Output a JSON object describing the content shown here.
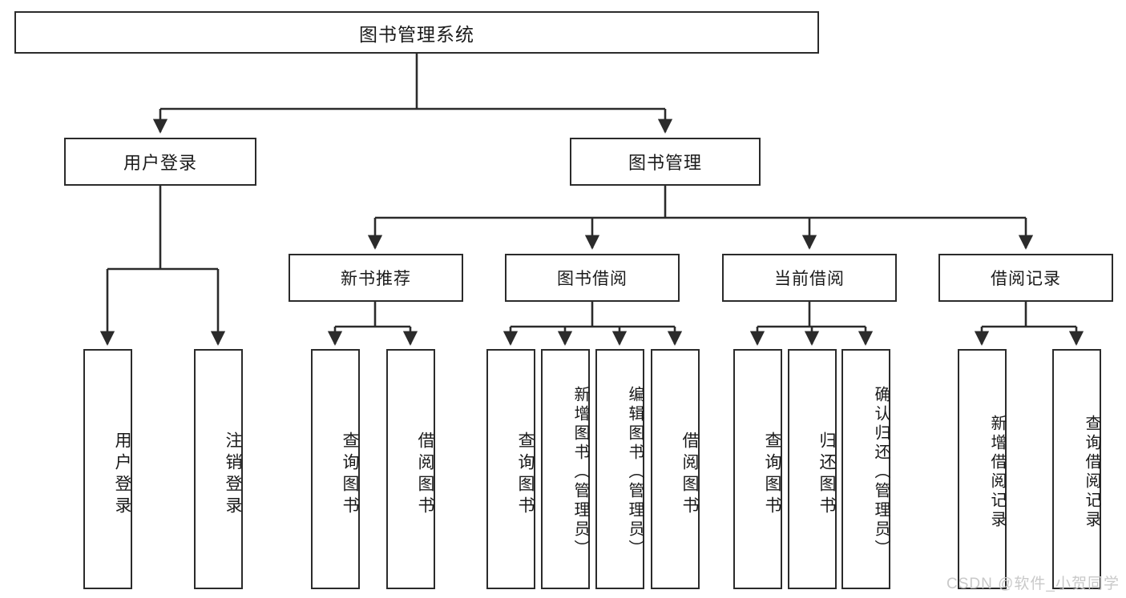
{
  "diagram": {
    "title": "图书管理系统",
    "type": "hierarchy-tree",
    "line_color": "#2b2b2b",
    "box_fill": "#ffffff",
    "text_color": "#1a1a1a",
    "watermark": "CSDN @软件_小贺同学",
    "watermark_color": "#c9c9c9"
  },
  "root": {
    "label": "图书管理系统"
  },
  "level2": [
    {
      "label": "用户登录"
    },
    {
      "label": "图书管理"
    }
  ],
  "level3": [
    {
      "label": "新书推荐"
    },
    {
      "label": "图书借阅"
    },
    {
      "label": "当前借阅"
    },
    {
      "label": "借阅记录"
    }
  ],
  "leaves": [
    {
      "label": "用户登录",
      "parent": "用户登录"
    },
    {
      "label": "注销登录",
      "parent": "用户登录"
    },
    {
      "label": "查询图书",
      "parent": "新书推荐"
    },
    {
      "label": "借阅图书",
      "parent": "新书推荐"
    },
    {
      "label": "查询图书",
      "parent": "图书借阅"
    },
    {
      "label": "新增图书（管理员）",
      "parent": "图书借阅"
    },
    {
      "label": "编辑图书（管理员）",
      "parent": "图书借阅"
    },
    {
      "label": "借阅图书",
      "parent": "图书借阅"
    },
    {
      "label": "查询图书",
      "parent": "当前借阅"
    },
    {
      "label": "归还图书",
      "parent": "当前借阅"
    },
    {
      "label": "确认归还（管理员）",
      "parent": "当前借阅"
    },
    {
      "label": "新增借阅记录",
      "parent": "借阅记录"
    },
    {
      "label": "查询借阅记录",
      "parent": "借阅记录"
    }
  ]
}
